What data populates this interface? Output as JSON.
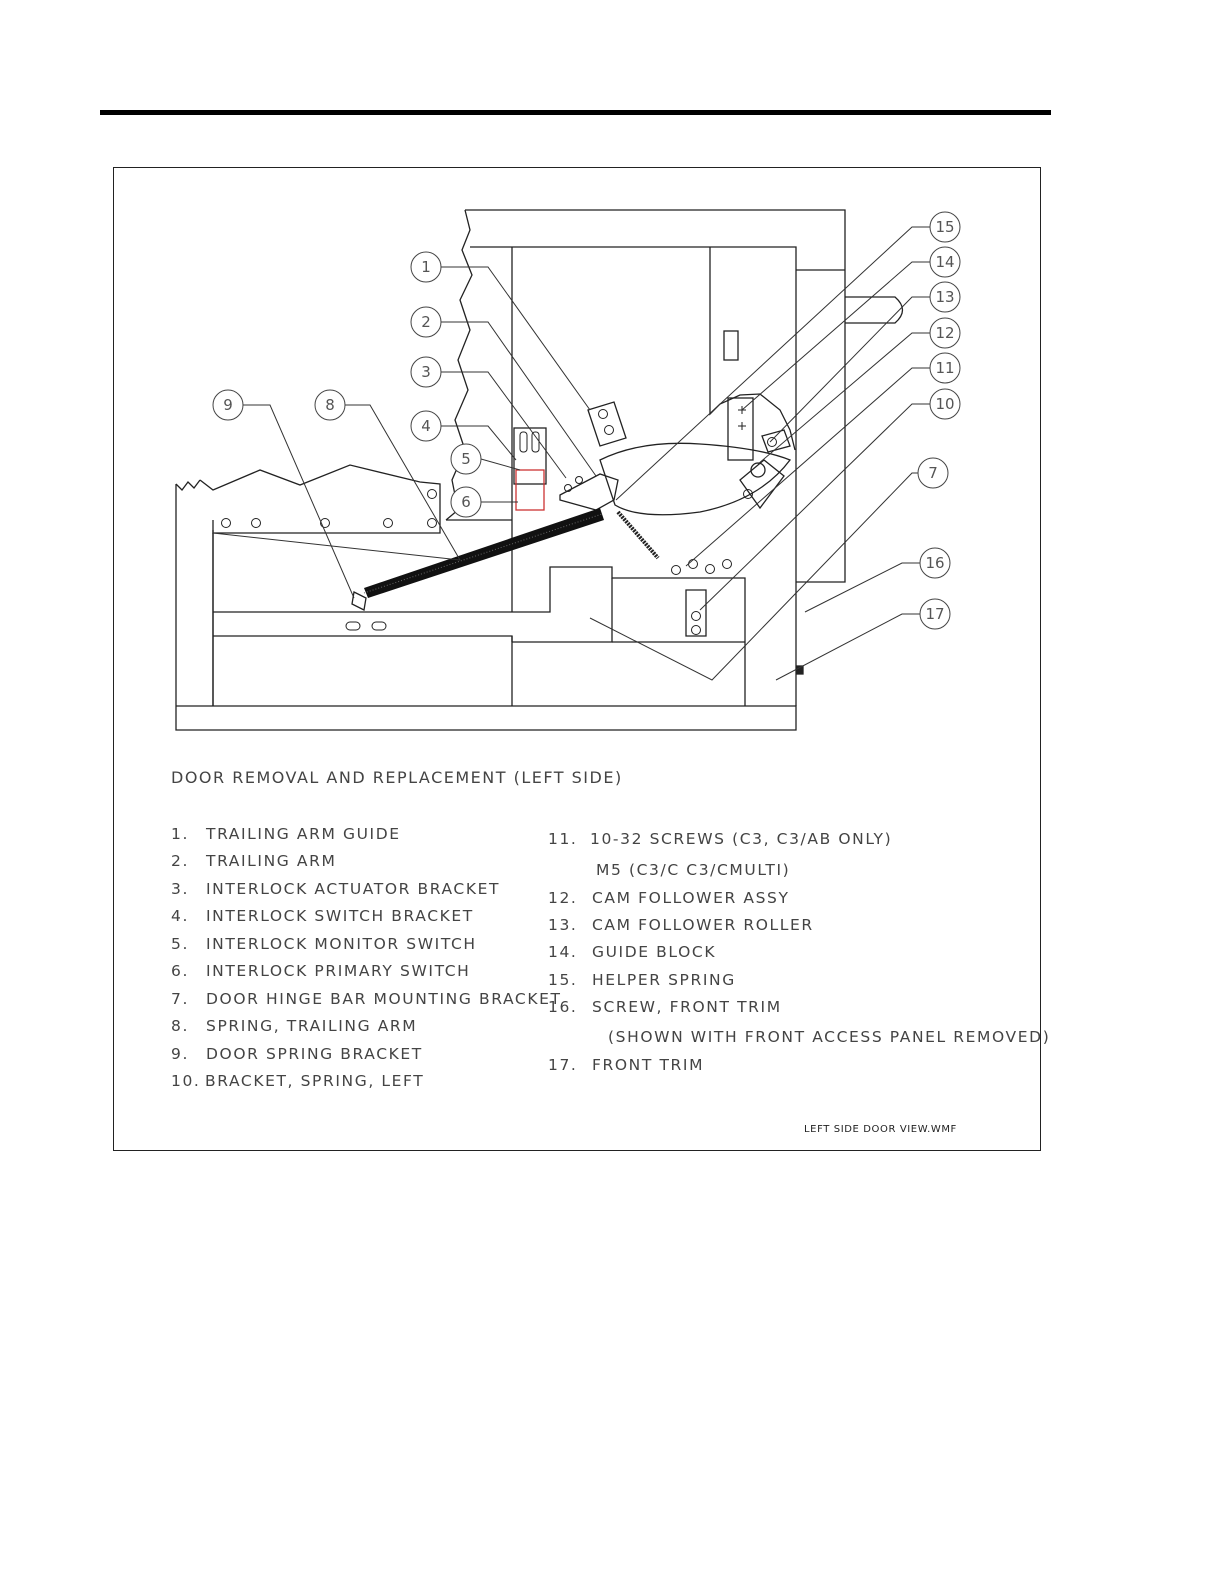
{
  "caption": "DOOR REMOVAL AND REPLACEMENT (LEFT SIDE)",
  "file_name": "LEFT SIDE DOOR VIEW.WMF",
  "callouts": [
    "1",
    "2",
    "3",
    "4",
    "5",
    "6",
    "7",
    "8",
    "9",
    "10",
    "11",
    "12",
    "13",
    "14",
    "15",
    "16",
    "17"
  ],
  "legend_left": [
    {
      "num": "1.",
      "text": "TRAILING ARM GUIDE"
    },
    {
      "num": "2.",
      "text": "TRAILING ARM"
    },
    {
      "num": "3.",
      "text": "INTERLOCK ACTUATOR BRACKET"
    },
    {
      "num": "4.",
      "text": "INTERLOCK SWITCH BRACKET"
    },
    {
      "num": "5.",
      "text": "INTERLOCK MONITOR SWITCH"
    },
    {
      "num": "6.",
      "text": "INTERLOCK PRIMARY SWITCH"
    },
    {
      "num": "7.",
      "text": "DOOR HINGE BAR MOUNTING BRACKET"
    },
    {
      "num": "8.",
      "text": "SPRING, TRAILING ARM"
    },
    {
      "num": "9.",
      "text": "DOOR SPRING BRACKET"
    },
    {
      "num": "10.",
      "text": "BRACKET, SPRING, LEFT"
    }
  ],
  "legend_right": [
    {
      "num": "11.",
      "text": "10-32 SCREWS (C3, C3/AB ONLY)"
    },
    {
      "num": "",
      "text": "M5 (C3/C C3/CMULTI)"
    },
    {
      "num": "12.",
      "text": "CAM FOLLOWER ASSY"
    },
    {
      "num": "13.",
      "text": "CAM FOLLOWER ROLLER"
    },
    {
      "num": "14.",
      "text": "GUIDE BLOCK"
    },
    {
      "num": "15.",
      "text": "HELPER SPRING"
    },
    {
      "num": "16.",
      "text": "SCREW, FRONT TRIM"
    },
    {
      "num": "",
      "text": "(SHOWN WITH FRONT ACCESS PANEL REMOVED)"
    },
    {
      "num": "17.",
      "text": "FRONT TRIM"
    }
  ]
}
